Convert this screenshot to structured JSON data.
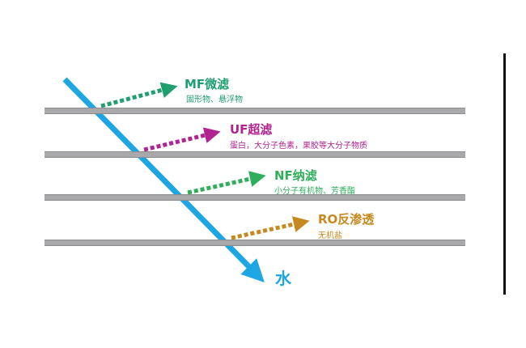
{
  "colors": {
    "membrane": "#a9a9ab",
    "water": "#1ea6e3",
    "mf": "#1f9f6e",
    "uf": "#b2238f",
    "nf": "#2fae5b",
    "ro": "#c7891f"
  },
  "stages": [
    {
      "id": "mf",
      "title": "MF微滤",
      "desc": "固形物、悬浮物"
    },
    {
      "id": "uf",
      "title": "UF超滤",
      "desc": "蛋白，大分子色素，果胶等大分子物质"
    },
    {
      "id": "nf",
      "title": "NF纳滤",
      "desc": "小分子有机物、芳香酯"
    },
    {
      "id": "ro",
      "title": "RO反渗透",
      "desc": "无机盐"
    }
  ],
  "water": {
    "label": "水"
  }
}
